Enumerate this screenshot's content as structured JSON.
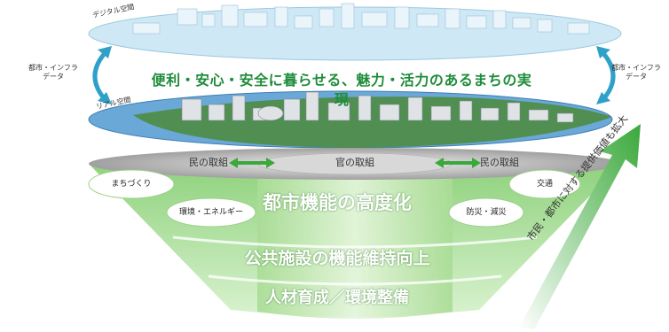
{
  "labels": {
    "digital_space": "デジタル空間",
    "real_space": "リアル空間",
    "city_infra_data_line1": "都市・インフラ",
    "city_infra_data_line2": "データ"
  },
  "banner": "便利・安心・安全に暮らせる、魅力・活力のあるまちの実現",
  "initiatives": {
    "private": "民の取組",
    "government": "官の取組"
  },
  "pills": {
    "machizukuri": "まちづくり",
    "environment_energy": "環境・エネルギー",
    "transport": "交通",
    "disaster_prevention": "防災・減災"
  },
  "layers": [
    "都市機能の高度化",
    "公共施設の機能維持向上",
    "人材育成／環境整備"
  ],
  "value_arrow_text": "市民・都市に対する提供価値も拡大",
  "colors": {
    "accent_green": "#1e8c3a",
    "sync_arrow": "#2fa0c8",
    "digital_disc": "#cfe8f5",
    "real_disc": "#6aa8d8"
  }
}
